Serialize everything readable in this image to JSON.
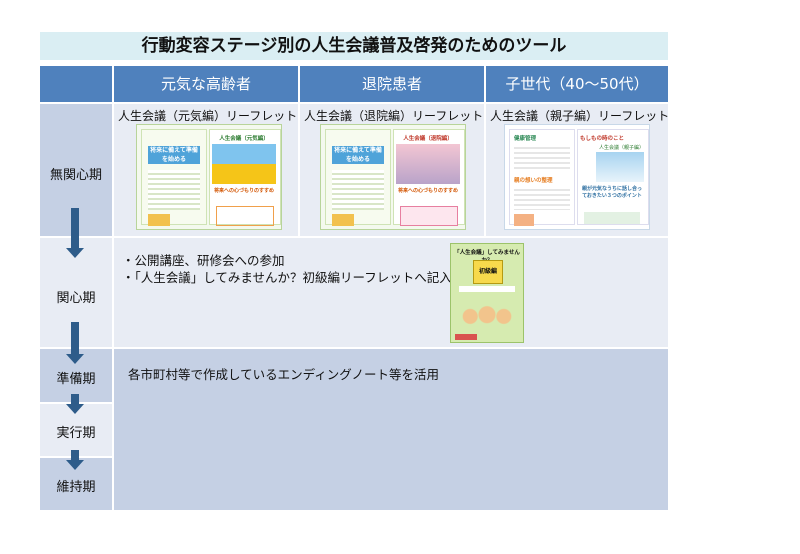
{
  "title": "行動変容ステージ別の人生会議普及啓発のためのツール",
  "columns": [
    "元気な高齢者",
    "退院患者",
    "子世代（40～50代）"
  ],
  "stages": [
    "無関心期",
    "関心期",
    "準備期",
    "実行期",
    "維持期"
  ],
  "leaflets": {
    "genki": {
      "caption": "人生会議（元気編）リーフレット",
      "left_heading": "将来に備えて準備を始める",
      "right_title": "人生会議（元気編）",
      "right_subtitle": "将来への心づもりのすすめ"
    },
    "taiin": {
      "caption": "人生会議（退院編）リーフレット",
      "left_heading": "将来に備えて準備を始める",
      "right_title": "人生会議（退院編）",
      "right_subtitle": "将来への心づもりのすすめ"
    },
    "oyako": {
      "caption": "人生会議（親子編）リーフレット",
      "left_heading_1": "健康管理",
      "left_heading_2": "もしもの時のこと",
      "left_heading_3": "親の想いの整理",
      "right_title": "人生会議（親子編）",
      "right_subtitle": "親が元気なうちに話し合っておきたい３つのポイント"
    }
  },
  "interest": {
    "bullets": [
      "・公開講座、研修会への参加",
      "・「人生会議」してみませんか？初級編リーフレットへ記入"
    ],
    "booklet_title": "「人生会議」してみませんか？",
    "booklet_badge": "初級編"
  },
  "prep_text": "各市町村等で作成しているエンディングノート等を活用",
  "colors": {
    "header": "#4f81bd",
    "title_bg": "#daeef3",
    "row_blue": "#c5d0e4",
    "row_light": "#e8ecf4",
    "arrow": "#2e5c8a"
  }
}
